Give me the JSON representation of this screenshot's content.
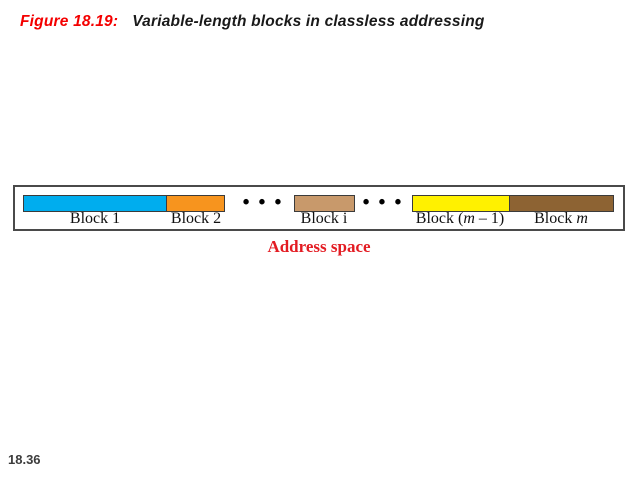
{
  "slide": {
    "title": {
      "figure_label": "Figure 18.19:",
      "figure_title": "Variable-length blocks in classless addressing"
    },
    "colors": {
      "title_label_red": "#f40000",
      "caption_red": "#e31b22"
    },
    "diagram": {
      "caption": "Address space",
      "ellipsis": "• • •",
      "blocks": [
        {
          "name": "block-1",
          "color": "#00adee",
          "label_prefix": "Block 1",
          "label_var": "",
          "label_suffix": ""
        },
        {
          "name": "block-2",
          "color": "#f7941e",
          "label_prefix": "Block 2",
          "label_var": "",
          "label_suffix": ""
        },
        {
          "name": "block-i",
          "color": "#c8996b",
          "label_prefix": "Block i",
          "label_var": "",
          "label_suffix": ""
        },
        {
          "name": "block-m-1",
          "color": "#fff100",
          "label_prefix": "Block (",
          "label_var": "m",
          "label_suffix": " – 1)"
        },
        {
          "name": "block-m",
          "color": "#8d6333",
          "label_prefix": "Block ",
          "label_var": "m",
          "label_suffix": ""
        }
      ]
    },
    "footer": {
      "page_number": "18.36"
    }
  }
}
